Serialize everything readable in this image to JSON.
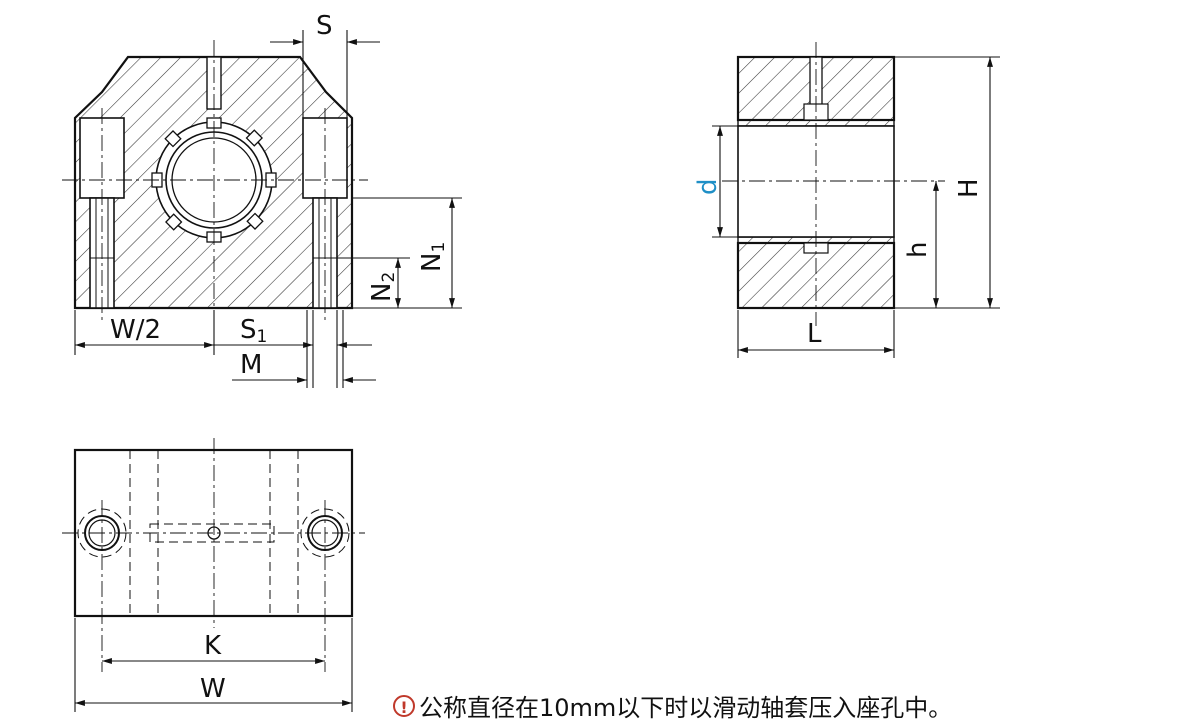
{
  "labels": {
    "S": "S",
    "W_half": "W/2",
    "S1_main": "S",
    "S1_sub": "1",
    "M": "M",
    "N1_main": "N",
    "N1_sub": "1",
    "N2_main": "N",
    "N2_sub": "2",
    "d": "d",
    "H": "H",
    "h": "h",
    "L": "L",
    "K": "K",
    "W": "W"
  },
  "note": {
    "icon_glyph": "!",
    "text": "公称直径在10mm以下时以滑动轴套压入座孔中。"
  },
  "colors": {
    "line": "#111111",
    "hatch": "#333333",
    "accent_d": "#1f8fc6",
    "warning": "#c0392b"
  }
}
